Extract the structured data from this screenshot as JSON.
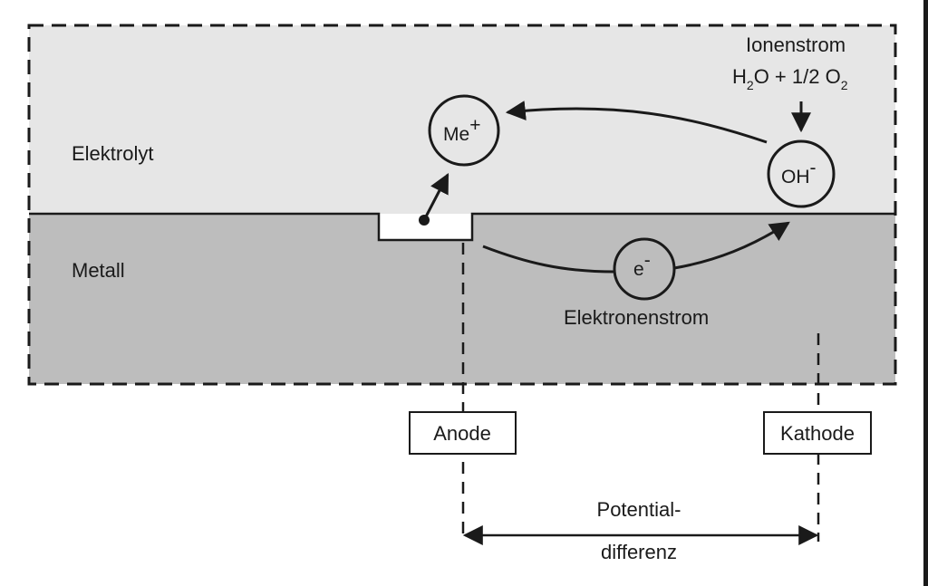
{
  "diagram": {
    "title": "Korrosionselement: Anode, Kathode, Ionen- und Elektronenstrom",
    "regions": {
      "electrolyte": {
        "label": "Elektrolyt",
        "color": "#e6e6e6"
      },
      "metal": {
        "label": "Metall",
        "color": "#bdbdbd"
      }
    },
    "ions": {
      "metal_ion": {
        "base": "Me",
        "sup": "+"
      },
      "hydroxide": {
        "base": "OH",
        "sup": "-"
      },
      "electron": {
        "base": "e",
        "sup": "-"
      }
    },
    "ion_current": {
      "label": "Ionenstrom",
      "reactant_parts": [
        "H",
        "2",
        "O + 1/2 O",
        "2"
      ]
    },
    "electron_current": {
      "label": "Elektronenstrom"
    },
    "electrodes": {
      "anode": {
        "label": "Anode"
      },
      "cathode": {
        "label": "Kathode"
      }
    },
    "potential": {
      "line1": "Potential-",
      "line2": "differenz"
    },
    "stroke_color": "#1a1a1a"
  }
}
